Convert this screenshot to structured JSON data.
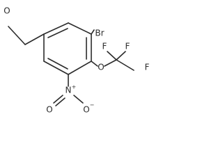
{
  "molecule": {
    "atoms": {
      "aldehyde_oxygen": "O",
      "bromine": "Br",
      "ether_oxygen": "O",
      "fluorine_top_left": "F",
      "fluorine_top_right": "F",
      "fluorine_right": "F",
      "nitro_nitrogen": "N",
      "nitro_nitrogen_charge": "+",
      "nitro_oxygen_left": "O",
      "nitro_oxygen_right": "O",
      "nitro_oxygen_charge": "−"
    },
    "colors": {
      "ink": "#2b2b2b",
      "background": "#ffffff"
    }
  }
}
